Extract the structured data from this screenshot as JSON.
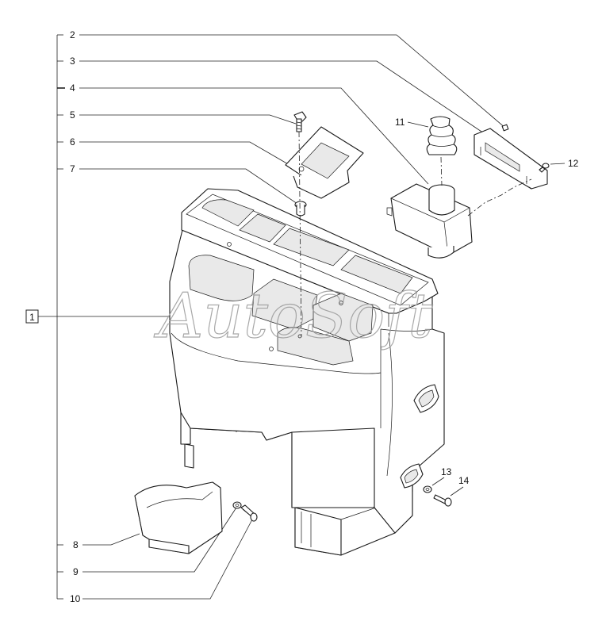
{
  "watermark": "AutoSoft",
  "main_callout": "1",
  "callouts": {
    "c2": "2",
    "c3": "3",
    "c4": "4",
    "c5": "5",
    "c6": "6",
    "c7": "7",
    "c8": "8",
    "c9": "9",
    "c10": "10",
    "c11": "11",
    "c12": "12",
    "c13": "13",
    "c14": "14"
  }
}
